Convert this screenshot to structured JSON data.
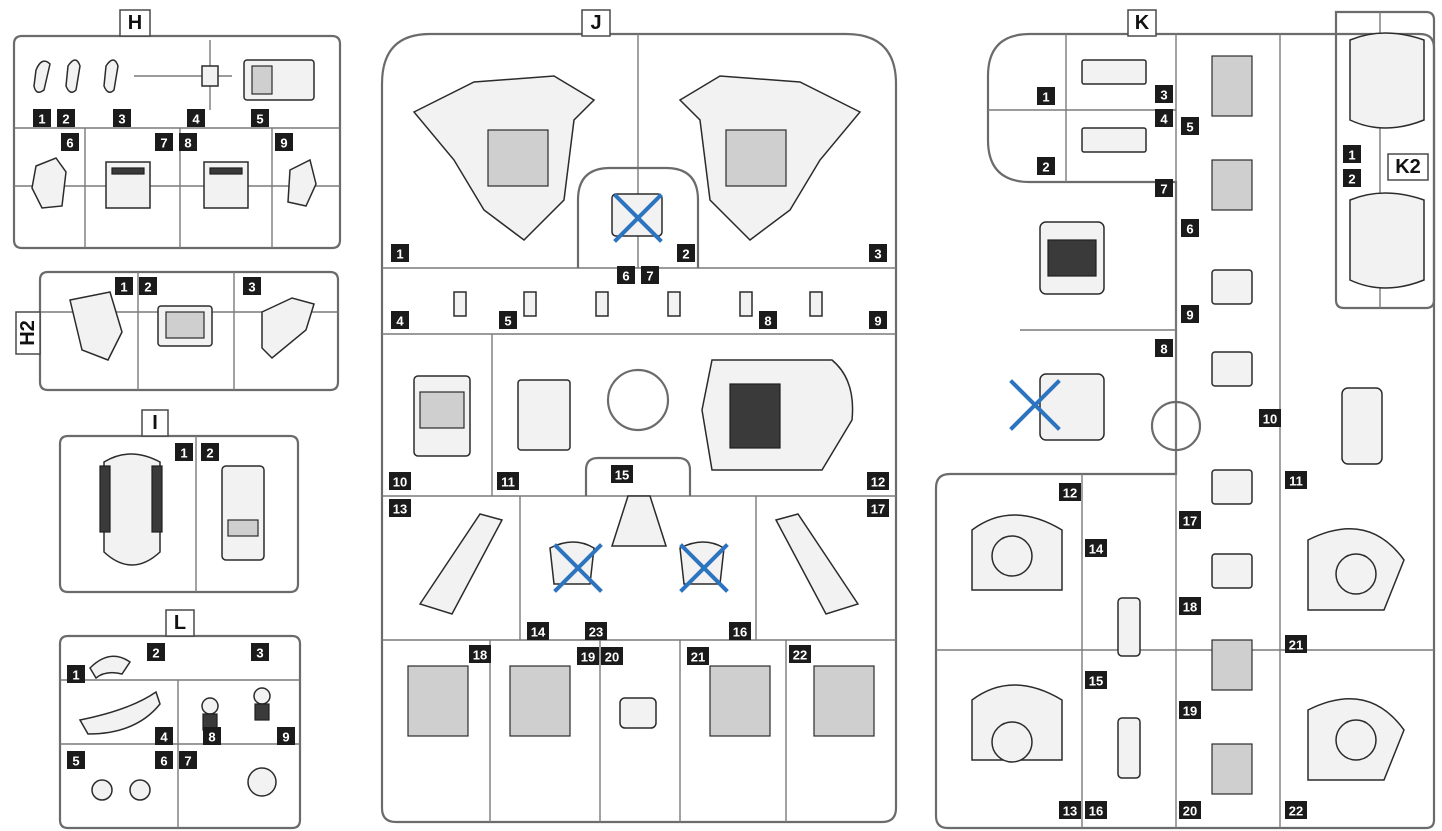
{
  "sprues": {
    "H": {
      "tag": "H",
      "parts": [
        "1",
        "2",
        "3",
        "4",
        "5",
        "6",
        "7",
        "8",
        "9"
      ]
    },
    "H2": {
      "tag": "H2",
      "parts": [
        "1",
        "2",
        "3"
      ]
    },
    "I": {
      "tag": "I",
      "parts": [
        "1",
        "2"
      ]
    },
    "L": {
      "tag": "L",
      "parts": [
        "1",
        "2",
        "3",
        "4",
        "5",
        "6",
        "7",
        "8",
        "9"
      ]
    },
    "J": {
      "tag": "J",
      "parts": [
        "1",
        "2",
        "3",
        "4",
        "5",
        "6",
        "7",
        "8",
        "9",
        "10",
        "11",
        "12",
        "13",
        "14",
        "15",
        "16",
        "17",
        "18",
        "19",
        "20",
        "21",
        "22",
        "23"
      ]
    },
    "K": {
      "tag": "K",
      "parts": [
        "1",
        "2",
        "3",
        "4",
        "5",
        "6",
        "7",
        "8",
        "9",
        "10",
        "11",
        "12",
        "13",
        "14",
        "15",
        "16",
        "17",
        "18",
        "19",
        "20",
        "21",
        "22"
      ]
    },
    "K2": {
      "tag": "K2",
      "parts": [
        "1",
        "2"
      ]
    }
  },
  "colors": {
    "runner": "#6b6b6b",
    "label_bg": "#1b1b1b",
    "cross_mark": "#2c74c0"
  }
}
